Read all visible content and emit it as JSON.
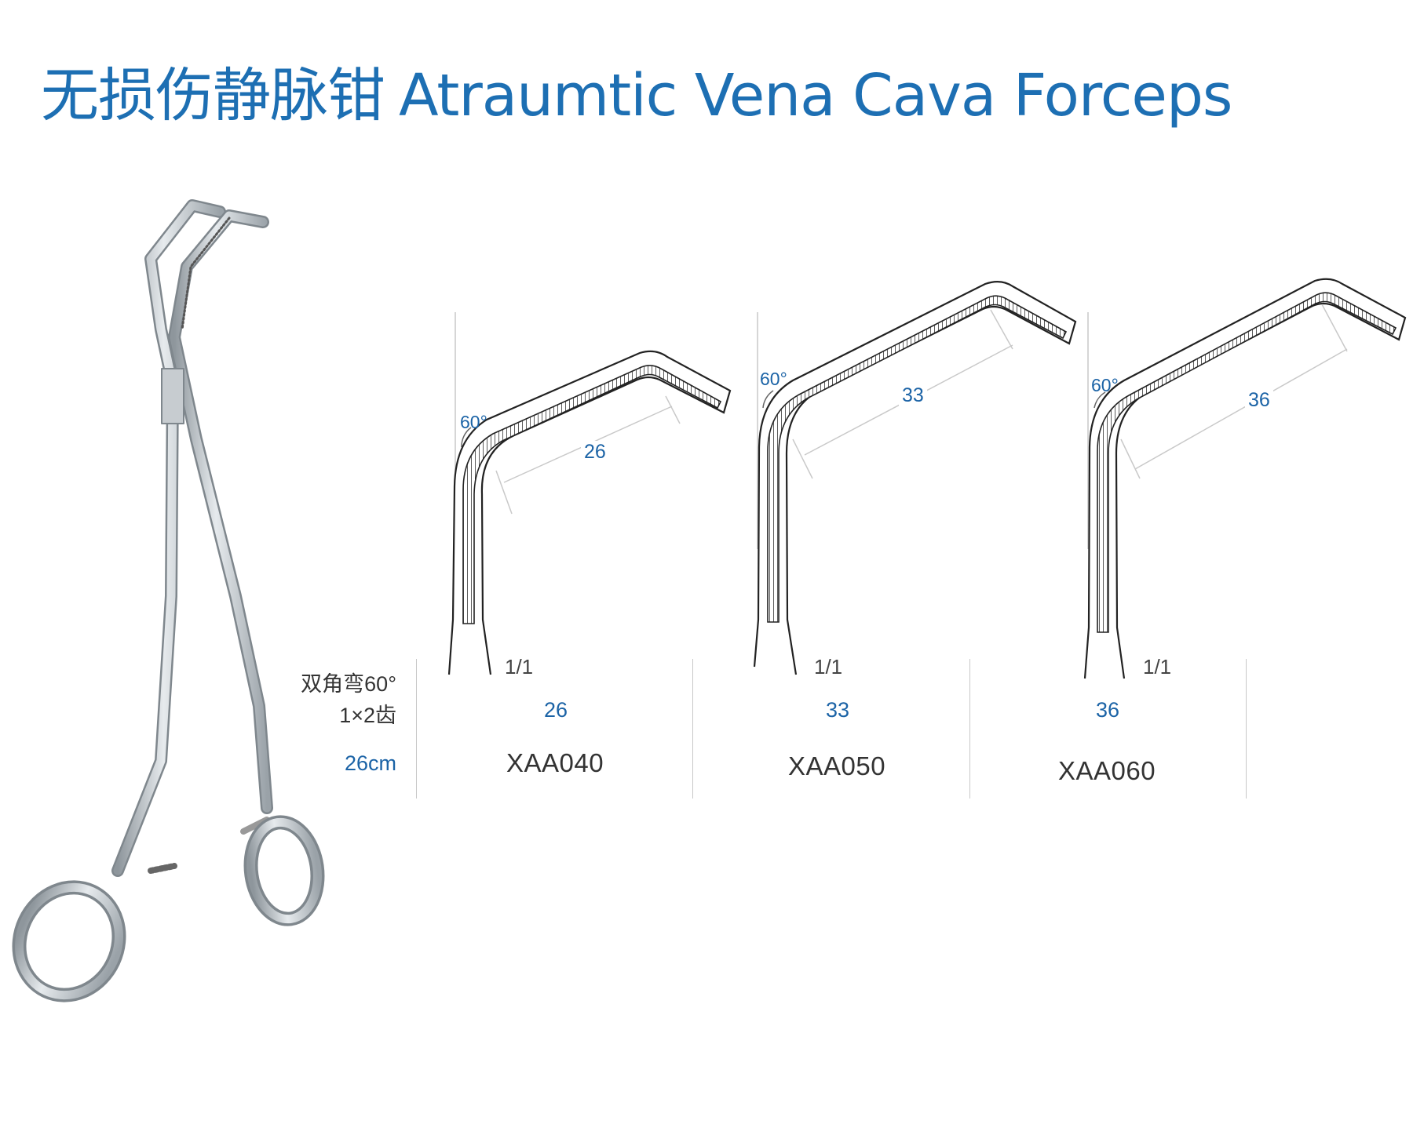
{
  "title": {
    "cn": "无损伤静脉钳",
    "en": "Atraumtic Vena Cava Forceps"
  },
  "spec": {
    "bend": "双角弯60°",
    "teeth": "1×2齿",
    "length": "26cm"
  },
  "models": [
    {
      "angle": "60°",
      "dimension": "26",
      "teeth_ratio": "1/1",
      "size": "26",
      "code": "XAA040"
    },
    {
      "angle": "60°",
      "dimension": "33",
      "teeth_ratio": "1/1",
      "size": "33",
      "code": "XAA050"
    },
    {
      "angle": "60°",
      "dimension": "36",
      "teeth_ratio": "1/1",
      "size": "36",
      "code": "XAA060"
    }
  ],
  "colors": {
    "title": "#1d6fb3",
    "label_blue": "#1b63a6",
    "text_dark": "#333333",
    "steel": "#b9bfc4"
  }
}
